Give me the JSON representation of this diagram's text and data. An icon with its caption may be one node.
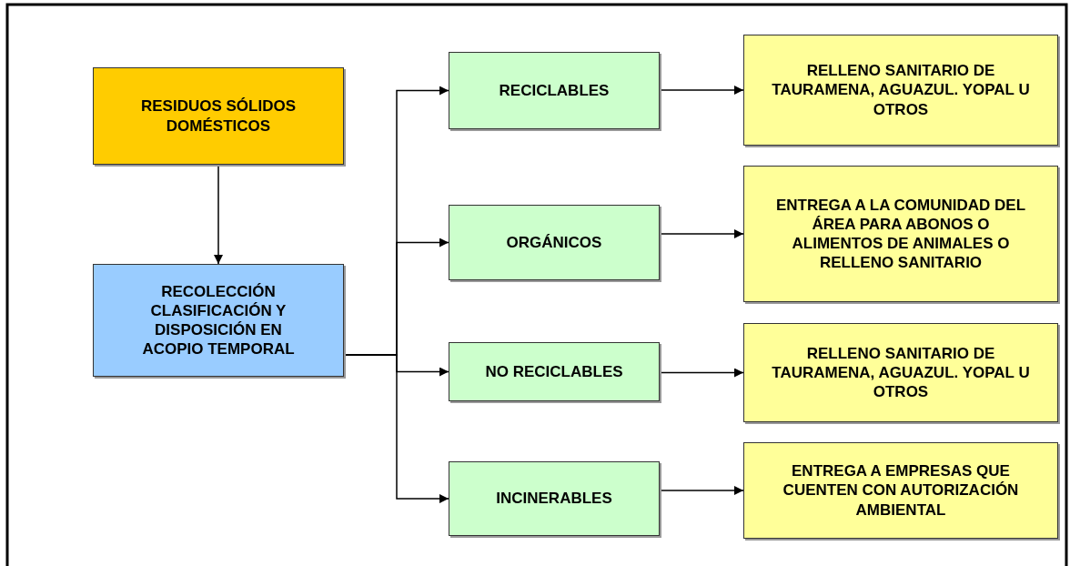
{
  "diagram": {
    "nodes": [
      {
        "text": [
          "RESIDUOS SÓLIDOS DOMÉSTICOS"
        ]
      },
      {
        "text": [
          "RECOLECCIÓN CLASIFICACIÓN Y DISPOSICIÓN EN ACOPIO TEMPORAL"
        ]
      },
      {
        "text": [
          "RECICLABLES"
        ]
      },
      {
        "text": [
          "RELLENO SANITARIO DE TAURAMENA, AGUAZUL. YOPAL U OTROS"
        ]
      },
      {
        "text": [
          "ORGÁNICOS"
        ]
      },
      {
        "text": [
          "ENTREGA A LA COMUNIDAD DEL ÁREA PARA ABONOS O ALIMENTOS DE ANIMALES O RELLENO SANITARIO"
        ]
      },
      {
        "text": [
          "NO RECICLABLES"
        ]
      },
      {
        "text": [
          "RELLENO SANITARIO DE TAURAMENA, AGUAZUL. YOPAL U OTROS"
        ]
      },
      {
        "text": [
          "INCINERABLES"
        ]
      },
      {
        "text": [
          "ENTREGA A EMPRESAS QUE CUENTEN CON AUTORIZACIÓN AMBIENTAL"
        ]
      }
    ],
    "edges": [
      {
        "from": 0,
        "to": 1,
        "arrow": "to"
      },
      {
        "from": 1,
        "to": 2,
        "arrow": "to"
      },
      {
        "from": 1,
        "to": 4,
        "arrow": "to"
      },
      {
        "from": 1,
        "to": 6,
        "arrow": "to"
      },
      {
        "from": 1,
        "to": 8,
        "arrow": "to"
      },
      {
        "from": 2,
        "to": 3,
        "arrow": "to"
      },
      {
        "from": 4,
        "to": 5,
        "arrow": "to"
      },
      {
        "from": 6,
        "to": 7,
        "arrow": "to"
      },
      {
        "from": 8,
        "to": 9,
        "arrow": "to"
      }
    ]
  }
}
